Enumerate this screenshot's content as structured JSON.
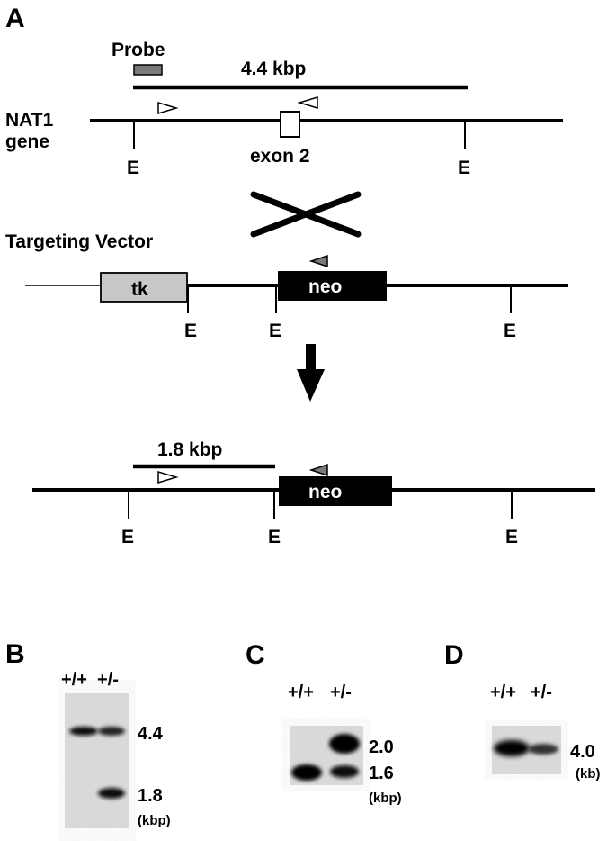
{
  "panel_a": {
    "letter": "A",
    "probe_label": "Probe",
    "wt_fragment": "4.4 kbp",
    "gene_label_line1": "NAT1",
    "gene_label_line2": "gene",
    "exon_label": "exon 2",
    "site_label": "E",
    "vector_label": "Targeting Vector",
    "tk_label": "tk",
    "neo_label": "neo",
    "mutant_fragment": "1.8 kbp"
  },
  "panel_b": {
    "letter": "B",
    "lane_labels": [
      "+/+",
      "+/-"
    ],
    "band_labels": [
      "4.4",
      "1.8"
    ],
    "unit": "(kbp)"
  },
  "panel_c": {
    "letter": "C",
    "lane_labels": [
      "+/+",
      "+/-"
    ],
    "band_labels": [
      "2.0",
      "1.6"
    ],
    "unit": "(kbp)"
  },
  "panel_d": {
    "letter": "D",
    "lane_labels": [
      "+/+",
      "+/-"
    ],
    "band_labels": [
      "4.0"
    ],
    "unit": "(kb)"
  },
  "colors": {
    "ink": "#000000",
    "probe": "#7a7a7a",
    "tk_box": "#c8c8c8",
    "gel_bg": "#dcdcdc"
  }
}
